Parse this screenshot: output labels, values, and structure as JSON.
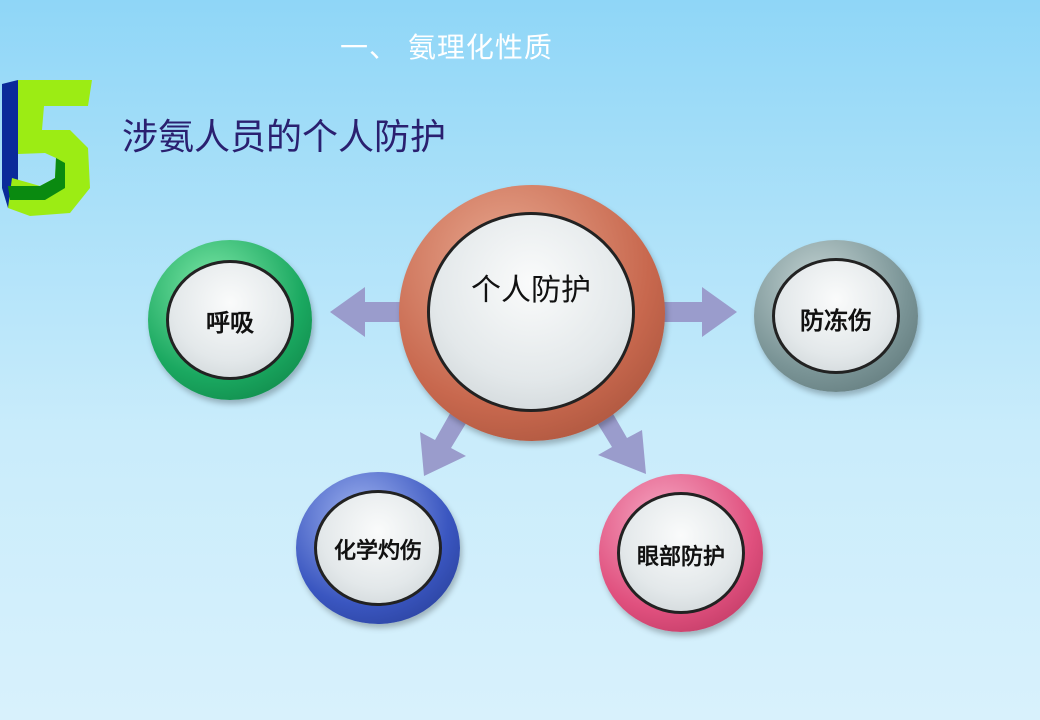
{
  "header": "一、 氨理化性质",
  "section_number": "5",
  "title": "涉氨人员的个人防护",
  "center": {
    "label": "个人防护",
    "color": "#c8684e"
  },
  "nodes": [
    {
      "label": "呼吸",
      "color": "#1aa860"
    },
    {
      "label": "防冻伤",
      "color": "#7a9496"
    },
    {
      "label": "化学灼伤",
      "color": "#3a56c0"
    },
    {
      "label": "眼部防护",
      "color": "#e0507e"
    }
  ]
}
